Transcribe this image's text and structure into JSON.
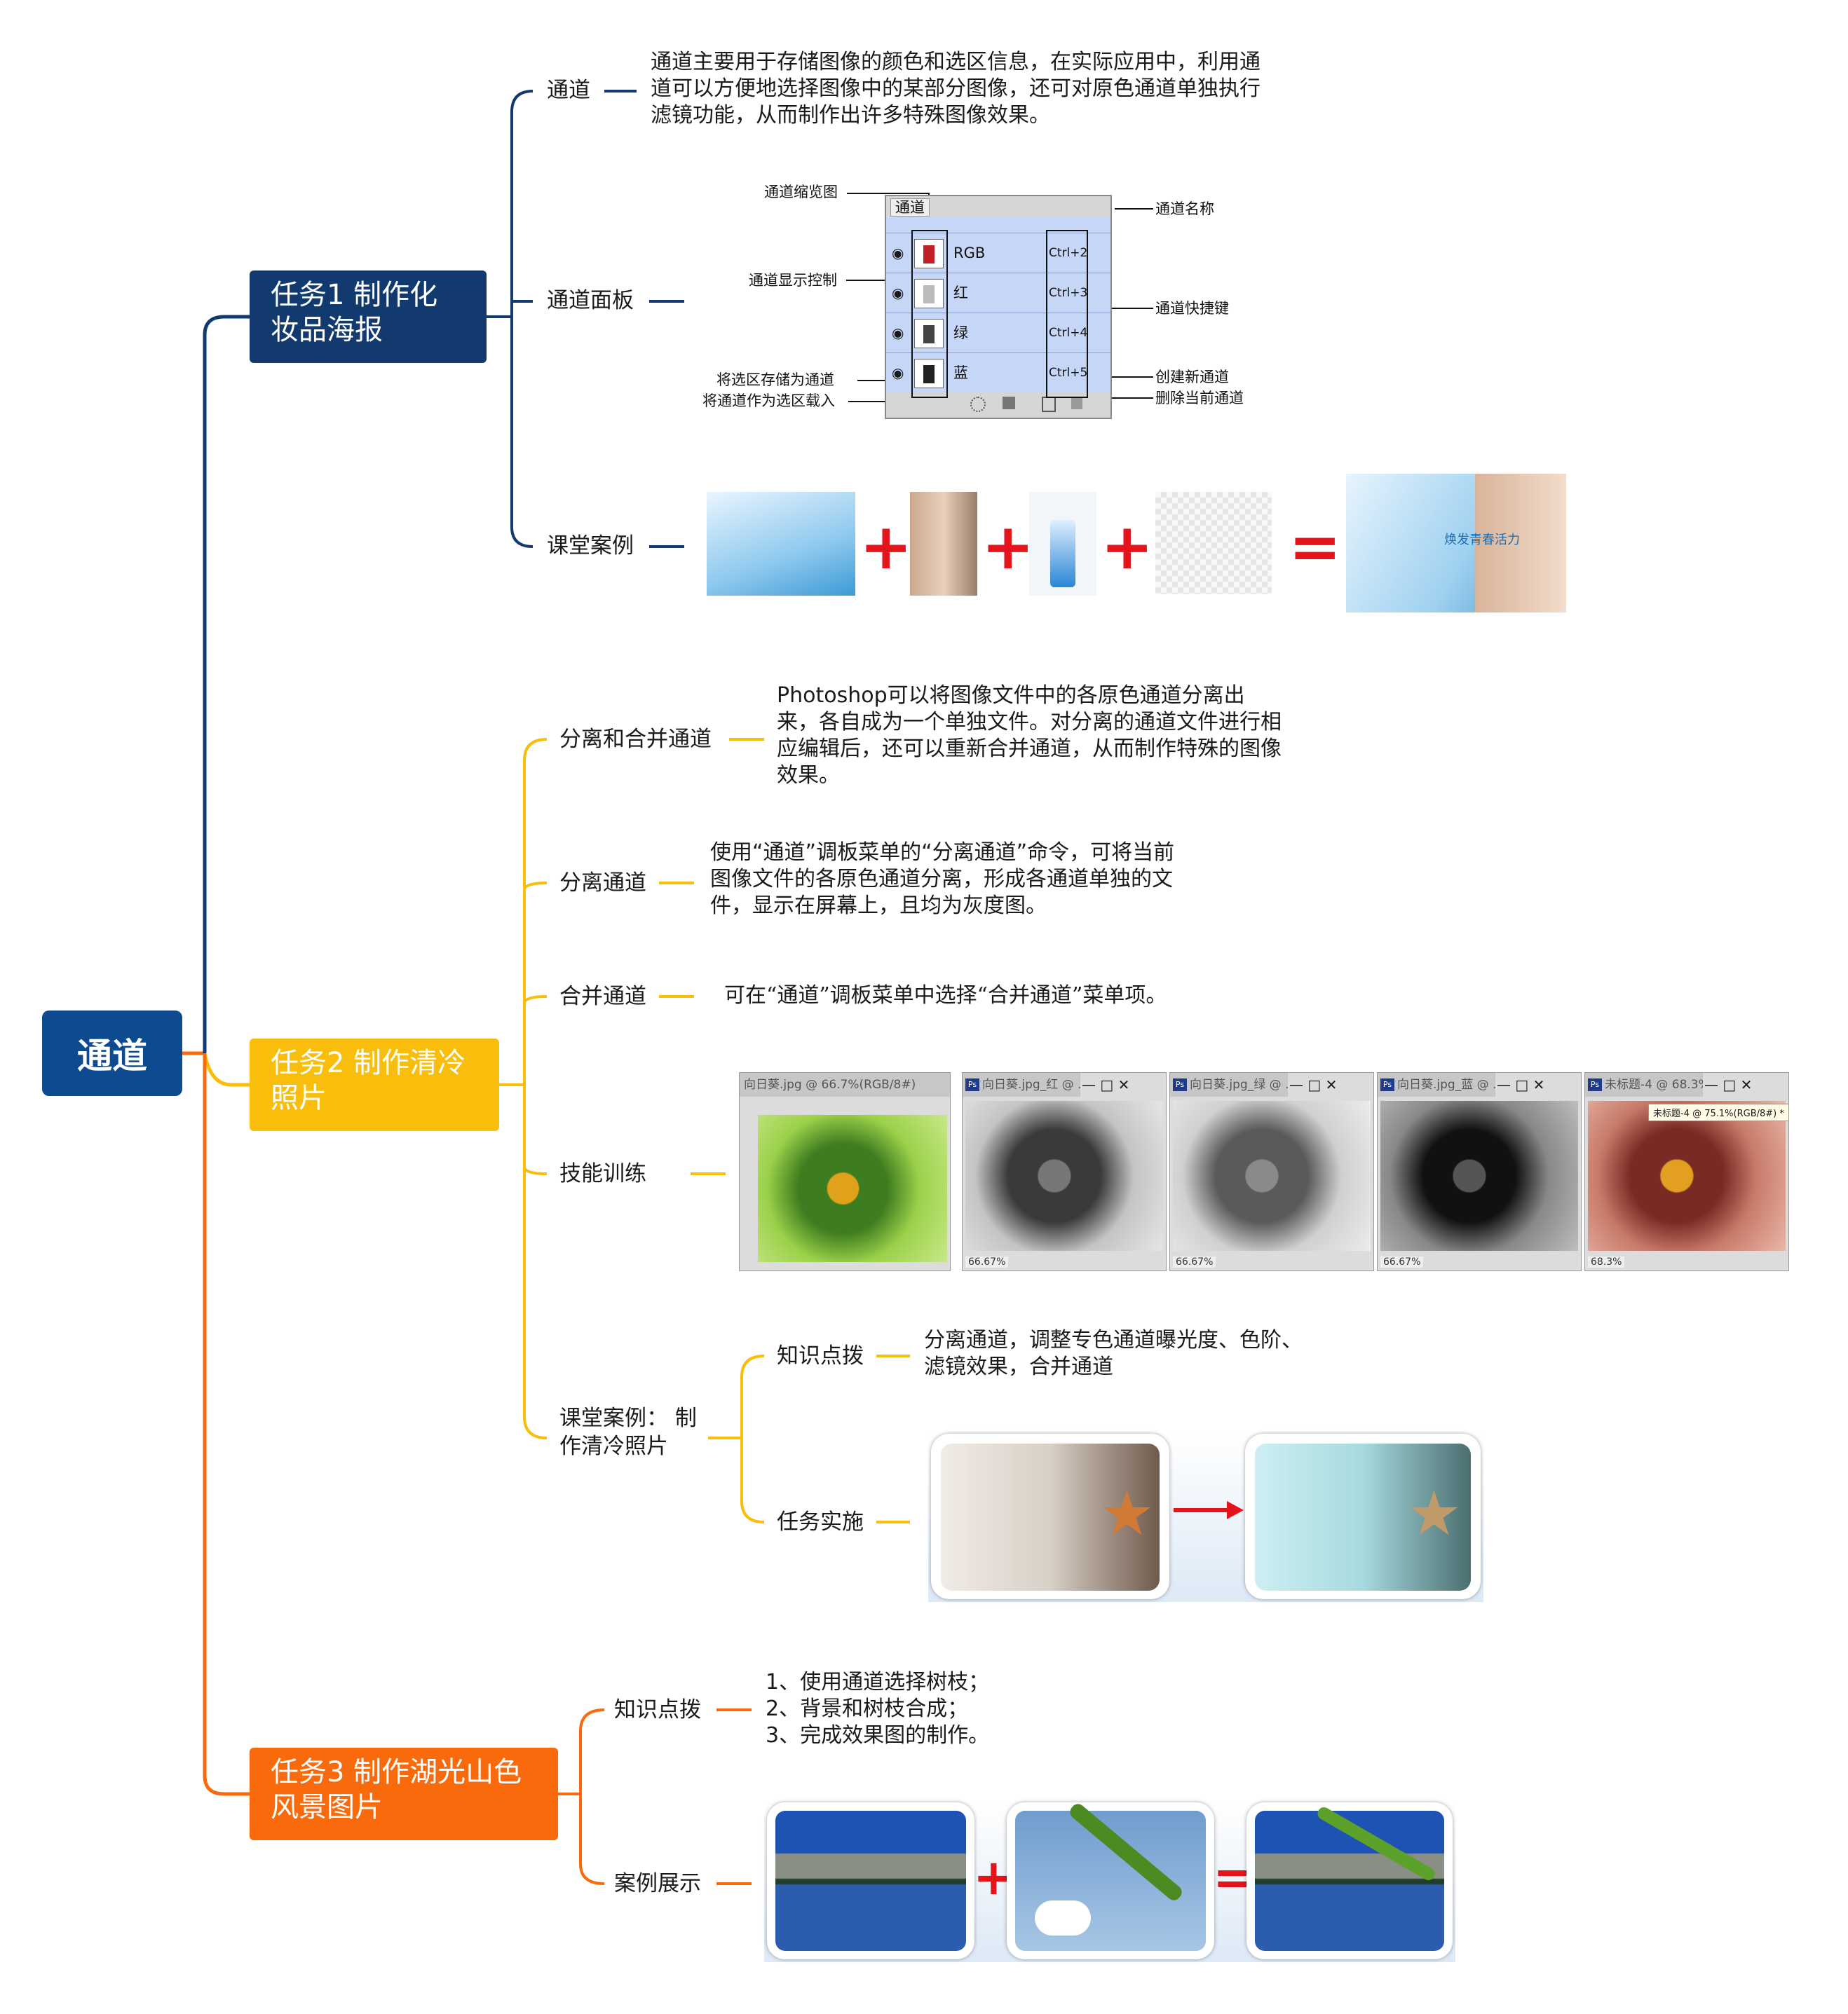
{
  "root": {
    "label": "通道"
  },
  "task1": {
    "title": "任务1 制作化妆品海报",
    "channel": {
      "label": "通道",
      "desc": "通道主要用于存储图像的颜色和选区信息，在实际应用中，利用通道可以方便地选择图像中的某部分图像，还可对原色通道单独执行滤镜功能，从而制作出许多特殊图像效果。"
    },
    "panel_node": {
      "label": "通道面板"
    },
    "panel": {
      "tab": "通道",
      "rows": [
        {
          "name": "RGB",
          "key": "Ctrl+2"
        },
        {
          "name": "红",
          "key": "Ctrl+3"
        },
        {
          "name": "绿",
          "key": "Ctrl+4"
        },
        {
          "name": "蓝",
          "key": "Ctrl+5"
        }
      ],
      "callouts": {
        "thumb": "通道缩览图",
        "visibility": "通道显示控制",
        "save_selection": "将选区存储为通道",
        "load_selection": "将通道作为选区载入",
        "name": "通道名称",
        "shortcut": "通道快捷键",
        "new_channel": "创建新通道",
        "delete_channel": "删除当前通道"
      }
    },
    "case": {
      "label": "课堂案例",
      "plus": "+",
      "equals": "=",
      "poster_text": "焕发青春活力"
    }
  },
  "task2": {
    "title": "任务2  制作清冷照片",
    "split_merge": {
      "label": "分离和合并通道",
      "desc": "Photoshop可以将图像文件中的各原色通道分离出来，各自成为一个单独文件。对分离的通道文件进行相应编辑后，还可以重新合并通道，从而制作特殊的图像效果。"
    },
    "split": {
      "label": "分离通道",
      "desc": "使用“通道”调板菜单的“分离通道”命令，可将当前图像文件的各原色通道分离，形成各通道单独的文件，显示在屏幕上，且均为灰度图。"
    },
    "merge": {
      "label": "合并通道",
      "desc": "可在“通道”调板菜单中选择“合并通道”菜单项。"
    },
    "skill": {
      "label": "技能训练",
      "windows": [
        {
          "title": "向日葵.jpg @ 66.7%(RGB/8#)",
          "zoom": ""
        },
        {
          "title": "向日葵.jpg_红 @ ...",
          "zoom": "66.67%"
        },
        {
          "title": "向日葵.jpg_绿 @ ...",
          "zoom": "66.67%"
        },
        {
          "title": "向日葵.jpg_蓝 @ ...",
          "zoom": "66.67%"
        },
        {
          "title": "未标题-4 @ 68.3%(...",
          "zoom": "68.3%"
        }
      ],
      "tooltip": "未标题-4 @ 75.1%(RGB/8#) *",
      "win_ps": "Ps",
      "win_buttons": [
        "—",
        "□",
        "✕"
      ]
    },
    "case": {
      "label": "课堂案例： 制作清冷照片",
      "knowledge": {
        "label": "知识点拨",
        "desc": "分离通道，调整专色通道曝光度、色阶、滤镜效果，合并通道"
      },
      "impl": {
        "label": "任务实施"
      }
    }
  },
  "task3": {
    "title": "任务3  制作湖光山色风景图片",
    "knowledge": {
      "label": "知识点拨",
      "items": [
        "1、使用通道选择树枝；",
        "2、背景和树枝合成；",
        "3、完成效果图的制作。"
      ]
    },
    "showcase": {
      "label": "案例展示",
      "plus": "+",
      "equals": "="
    }
  },
  "colors": {
    "task1": "#123a6e",
    "task2": "#f9bd0b",
    "task3": "#f96a0d",
    "root": "#0d4a8f"
  }
}
